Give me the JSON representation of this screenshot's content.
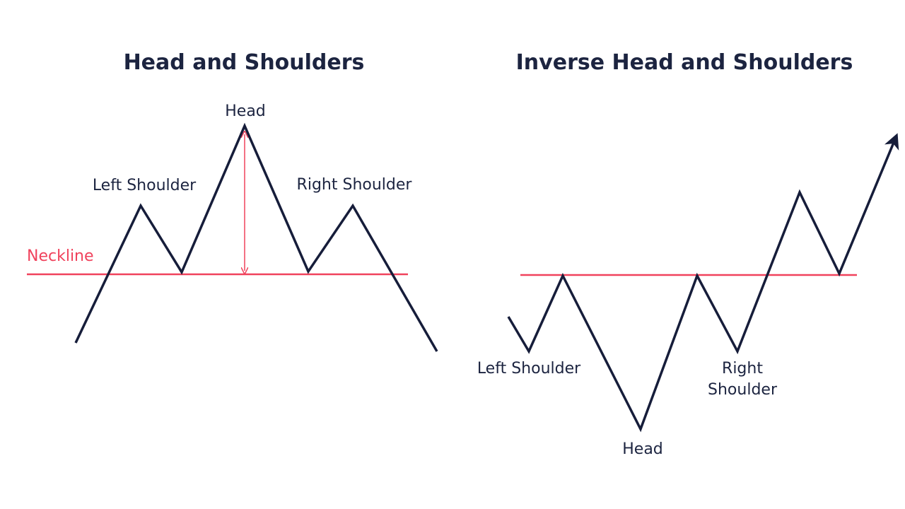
{
  "colors": {
    "line": "#161d3a",
    "neckline": "#f0425c",
    "text": "#1c2440"
  },
  "left_diagram": {
    "title": "Head and Shoulders",
    "labels": {
      "head": "Head",
      "left_shoulder": "Left Shoulder",
      "right_shoulder": "Right Shoulder",
      "neckline": "Neckline"
    }
  },
  "right_diagram": {
    "title": "Inverse Head and Shoulders",
    "labels": {
      "left_shoulder": "Left Shoulder",
      "right_shoulder_line1": "Right",
      "right_shoulder_line2": "Shoulder",
      "head": "Head"
    }
  }
}
